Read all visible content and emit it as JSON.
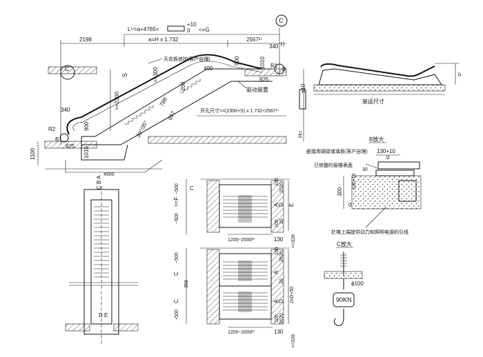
{
  "elevation": {
    "formula_L": "L¹⁾=a+4765=",
    "tol_plus": "+10",
    "tol_zero": "0",
    "tol_g": "<=G",
    "dim_2198": "2198",
    "dim_a": "a=H x 1.732",
    "dim_2567": "2567¹⁾",
    "label_C_top": "C",
    "label_C_left": "C",
    "ceiling_note": "天花板修护(客户自理)",
    "dim_400": "400",
    "dim_900_top": "900",
    "dim_340_right": "340",
    "dim_340_right_sup": "1)",
    "label_B_right": "B",
    "label_R1": "R1",
    "label_S": "S",
    "dim_300": ">=300",
    "dim_2300": ">=2300",
    "dim_200": "200",
    "dim_788": "788",
    "dim_897": "897",
    "dim_1010_right": "1010",
    "dim_925_right": "925",
    "drive_unit": "驱动装置",
    "dim_H": "H=",
    "dim_pm10": "±10",
    "pit_formula": "开孔尺寸>=(2300+S) x 1.732+2567¹⁾",
    "dim_340_left": "340",
    "dim_900_left": "900",
    "dim_1010_left": "1010",
    "label_R2": "R2",
    "label_B_left": "B",
    "dim_925_left": "925",
    "angle": "30°/35°",
    "dim_1100": "1100",
    "dim_4900": "4900"
  },
  "install_diagram": {
    "dim_h": "h",
    "caption": "装运尺寸"
  },
  "plan": {
    "label_CBA": "C B A",
    "label_DE": "D E"
  },
  "section_top": {
    "dim_500a": "~500",
    "label_C": "C",
    "label_F": ">=F",
    "dim_500b": "~500",
    "dims_right": [
      "100",
      "20",
      "20",
      "A",
      "D",
      "E",
      "100",
      "20"
    ],
    "dim_width": "1200~2000¹⁾",
    "dim_130": "130",
    "dim_328": ">=328"
  },
  "section_bottom": {
    "dim_500a": "~500",
    "label_C1": "C",
    "dim_358": "358",
    "label_C2": "C",
    "dim_500b": "~500",
    "dims_right": [
      "100",
      "20",
      "20",
      "A",
      "20",
      "A",
      "D",
      "2xD+50",
      "20",
      "100",
      "20"
    ],
    "dim_width": "1200~2000¹⁾",
    "dim_130": "130",
    "dim_328": ">=328"
  },
  "detail_B": {
    "title": "B放大",
    "note1": "嵌接用钢梁或填板(客户自理)",
    "dim_130": "130+10",
    "dim_0": "0",
    "note2": "已修整的层楼表面",
    "dim_30": "30",
    "dim_130_vert": "130+10",
    "dim_300": "300",
    "dim_0b": "0",
    "note3": "於梯上端提供动力和照明电源的引线"
  },
  "detail_C": {
    "title": "C放大",
    "dim_100": "ϕ100",
    "load": "90KN"
  }
}
